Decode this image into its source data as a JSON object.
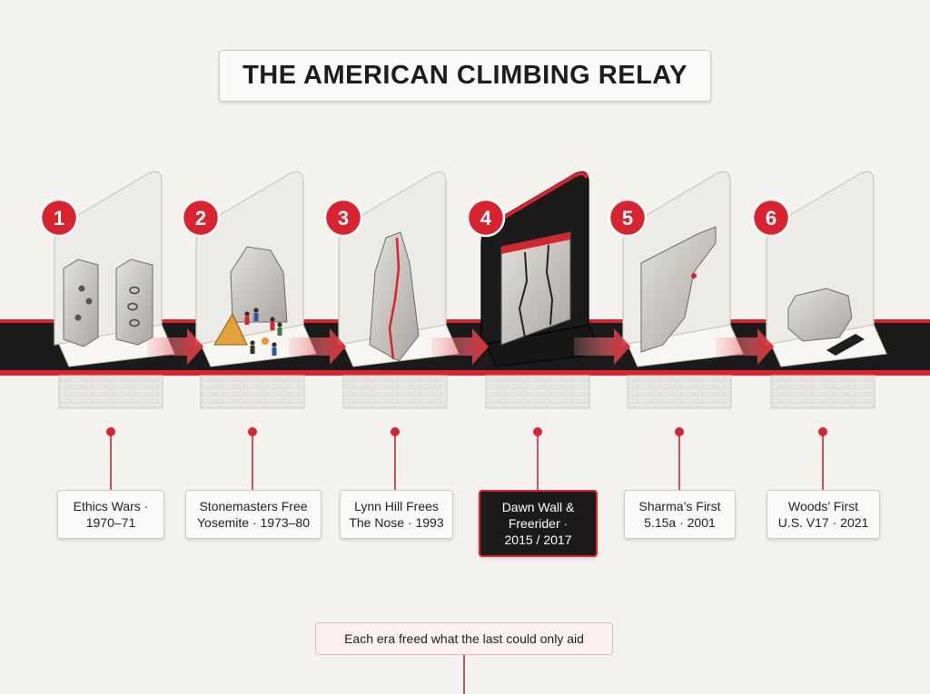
{
  "title": "THE AMERICAN CLIMBING RELAY",
  "steps": [
    {
      "number": "1",
      "label": "Ethics Wars ·\n1970–71",
      "highlight": false
    },
    {
      "number": "2",
      "label": "Stonemasters Free\nYosemite · 1973–80",
      "highlight": false
    },
    {
      "number": "3",
      "label": "Lynn Hill Frees\nThe Nose · 1993",
      "highlight": false
    },
    {
      "number": "4",
      "label": "Dawn Wall &\nFreerider ·\n2015 / 2017",
      "highlight": true
    },
    {
      "number": "5",
      "label": "Sharma’s First\n5.15a · 2001",
      "highlight": false
    },
    {
      "number": "6",
      "label": "Woods’ First\nU.S. V17 · 2021",
      "highlight": false
    }
  ],
  "tagline": "Each era freed what the last could only aid",
  "colors": {
    "accent": "#d9232e",
    "band": "#1b1b1b",
    "background": "#f4f2ee"
  }
}
